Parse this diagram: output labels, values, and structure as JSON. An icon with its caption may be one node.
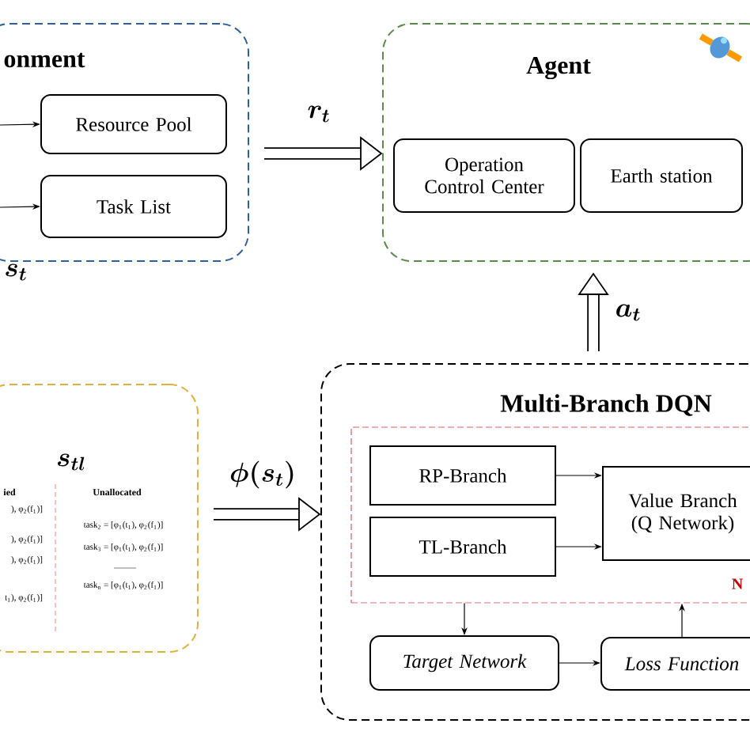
{
  "diagram": {
    "nodes": [
      {
        "text": [
          "onment"
        ]
      },
      {
        "text": [
          "Resource Pool"
        ],
        "in": 0
      },
      {
        "text": [
          "Task List"
        ],
        "in": 0
      },
      {
        "text": [
          "Agent"
        ]
      },
      {
        "text": [
          "Operation Control Center"
        ],
        "in": 3
      },
      {
        "text": [
          "Earth station"
        ],
        "in": 3
      },
      {
        "text": [
          "s_{tl}"
        ]
      },
      {
        "text": [
          "Multi-Branch DQN"
        ]
      },
      {
        "text": [
          "N"
        ],
        "in": 7
      },
      {
        "text": [
          "RP-Branch"
        ],
        "in": 8
      },
      {
        "text": [
          "TL-Branch"
        ],
        "in": 8
      },
      {
        "text": [
          "Value Branch (Q Network)"
        ],
        "in": 8
      },
      {
        "text": [
          "Target Network"
        ],
        "in": 7
      },
      {
        "text": [
          "Loss Function"
        ],
        "in": 7
      }
    ],
    "edges": [
      {
        "from": null,
        "to": 1,
        "arrow": "to"
      },
      {
        "from": null,
        "to": 2,
        "arrow": "to"
      },
      {
        "from": 0,
        "to": 3,
        "arrow": "to",
        "label": "r_t",
        "style": "thick"
      },
      {
        "from": 7,
        "to": 3,
        "arrow": "to",
        "label": "a_t",
        "style": "thick"
      },
      {
        "from": 6,
        "to": 7,
        "arrow": "to",
        "label": "\\phi(s_t)",
        "style": "thick"
      },
      {
        "from": 9,
        "to": 11,
        "arrow": "to"
      },
      {
        "from": 10,
        "to": 11,
        "arrow": "to"
      },
      {
        "from": 8,
        "to": 12,
        "arrow": "to"
      },
      {
        "from": 12,
        "to": 13,
        "arrow": "to"
      },
      {
        "from": 13,
        "to": 8,
        "arrow": "to"
      }
    ],
    "labels": [
      "s_t",
      "ied",
      "Unallocated",
      "), φ$_{2}$(f$_{1}$)]",
      "task$_{2}$ = [φ$_{1}$(t$_{1}$), φ$_{2}$(f$_{1}$)]",
      "), φ$_{2}$(f$_{1}$)]",
      "task$_{3}$ = [φ$_{1}$(t$_{1}$), φ$_{2}$(f$_{1}$)]",
      "), φ$_{2}$(f$_{1}$)]",
      "task$_{n}$ = [φ$_{1}$(t$_{1}$), φ$_{2}$(f$_{1}$)]",
      "t$_{1}$), φ$_{2}$(f$_{1}$)]"
    ]
  }
}
